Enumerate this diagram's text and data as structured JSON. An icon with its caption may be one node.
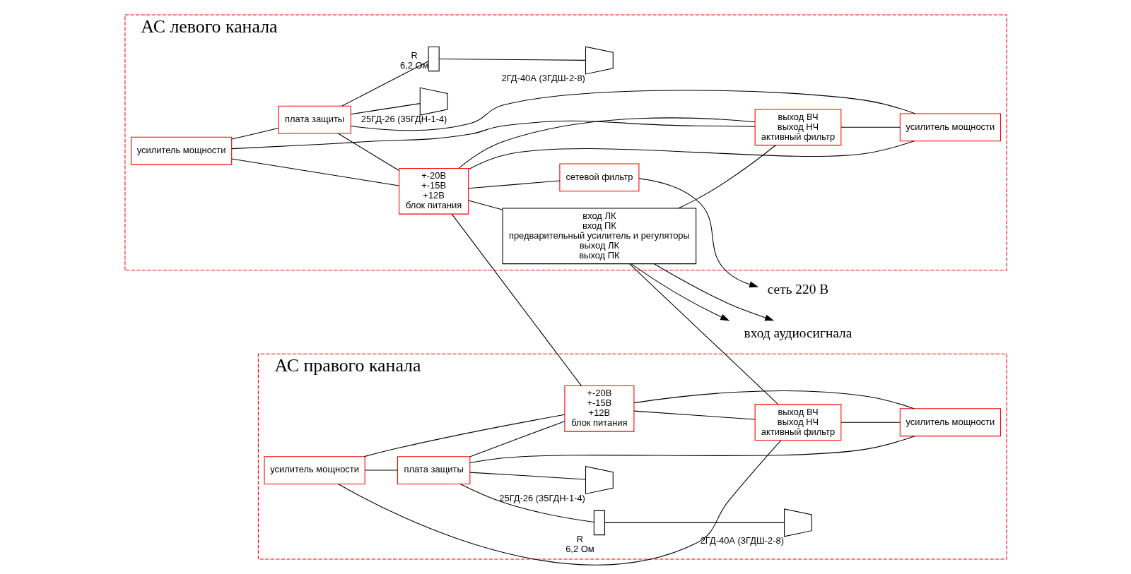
{
  "diagram": {
    "nodes": [
      {
        "text": [
          "АС левого канала"
        ]
      },
      {
        "text": [
          "усилитель мощности"
        ],
        "in": 0
      },
      {
        "text": [
          "усилитель мощности"
        ],
        "in": 0
      },
      {
        "text": [
          "плата защиты"
        ],
        "in": 0
      },
      {
        "text": [],
        "shape": "trapezium",
        "beside": [
          "2ГД-40А (3ГДШ-2-8)"
        ],
        "in": 0
      },
      {
        "text": [],
        "shape": "box",
        "beside": [
          "R",
          "6,2 Ом"
        ],
        "in": 0
      },
      {
        "text": [],
        "shape": "trapezium",
        "beside": [
          "25ГД-26 (35ГДН-1-4)"
        ],
        "in": 0
      },
      {
        "text": [
          "выход ВЧ",
          "выход НЧ",
          "активный фильтр"
        ],
        "in": 0
      },
      {
        "text": [
          "+-20В",
          "+-15В",
          "+12В",
          "блок питания"
        ],
        "in": 0
      },
      {
        "text": [
          "сетевой фильтр"
        ],
        "in": 0
      },
      {
        "text": [
          "вход ЛК",
          "вход ПК",
          "предварительный усилитель и регуляторы",
          "выход ЛК",
          "выход ПК"
        ],
        "in": 0
      },
      {
        "text": [
          "АС правого канала"
        ]
      },
      {
        "text": [
          "усилитель мощности"
        ],
        "in": 11
      },
      {
        "text": [
          "усилитель мощности"
        ],
        "in": 11
      },
      {
        "text": [
          "плата защиты"
        ],
        "in": 11
      },
      {
        "text": [],
        "shape": "trapezium",
        "beside": [
          "2ГД-40А (3ГДШ-2-8)"
        ],
        "in": 11
      },
      {
        "text": [],
        "shape": "box",
        "beside": [
          "R",
          "6,2 Ом"
        ],
        "in": 11
      },
      {
        "text": [],
        "shape": "trapezium",
        "beside": [
          "25ГД-26 (35ГДН-1-4)"
        ],
        "in": 11
      },
      {
        "text": [
          "выход ВЧ",
          "выход НЧ",
          "активный фильтр"
        ],
        "in": 11
      },
      {
        "text": [
          "+-20В",
          "+-15В",
          "+12В",
          "блок питания"
        ],
        "in": 11
      },
      {
        "text": [
          "вход аудиосигнала"
        ]
      },
      {
        "text": [
          "сеть 220 В"
        ]
      }
    ],
    "edges": [
      {
        "from": 7,
        "to": 1,
        "arrow": "none"
      },
      {
        "from": 7,
        "to": 2,
        "arrow": "none"
      },
      {
        "from": 1,
        "to": 3,
        "arrow": "none"
      },
      {
        "from": 3,
        "to": 5,
        "arrow": "none"
      },
      {
        "from": 5,
        "to": 4,
        "arrow": "none"
      },
      {
        "from": 2,
        "to": 3,
        "arrow": "none"
      },
      {
        "from": 3,
        "to": 6,
        "arrow": "none"
      },
      {
        "from": 3,
        "to": 8,
        "arrow": "none"
      },
      {
        "from": 8,
        "to": 1,
        "arrow": "none"
      },
      {
        "from": 8,
        "to": 2,
        "arrow": "none"
      },
      {
        "from": 8,
        "to": 7,
        "arrow": "none"
      },
      {
        "from": 8,
        "to": 10,
        "arrow": "none"
      },
      {
        "from": 10,
        "to": 7,
        "arrow": "none"
      },
      {
        "from": 10,
        "to": 20,
        "arrow": "to"
      },
      {
        "from": 10,
        "to": 20,
        "arrow": "to"
      },
      {
        "from": 8,
        "to": 9,
        "arrow": "none"
      },
      {
        "from": 9,
        "to": 21,
        "arrow": "to"
      },
      {
        "from": 18,
        "to": 12,
        "arrow": "none"
      },
      {
        "from": 18,
        "to": 13,
        "arrow": "none"
      },
      {
        "from": 12,
        "to": 14,
        "arrow": "none"
      },
      {
        "from": 14,
        "to": 16,
        "arrow": "none"
      },
      {
        "from": 16,
        "to": 15,
        "arrow": "none"
      },
      {
        "from": 13,
        "to": 14,
        "arrow": "none"
      },
      {
        "from": 14,
        "to": 17,
        "arrow": "none"
      },
      {
        "from": 14,
        "to": 19,
        "arrow": "none"
      },
      {
        "from": 19,
        "to": 12,
        "arrow": "none"
      },
      {
        "from": 19,
        "to": 13,
        "arrow": "none"
      },
      {
        "from": 19,
        "to": 18,
        "arrow": "none"
      },
      {
        "from": 10,
        "to": 18,
        "arrow": "none"
      },
      {
        "from": 8,
        "to": 19,
        "arrow": "none"
      }
    ]
  }
}
